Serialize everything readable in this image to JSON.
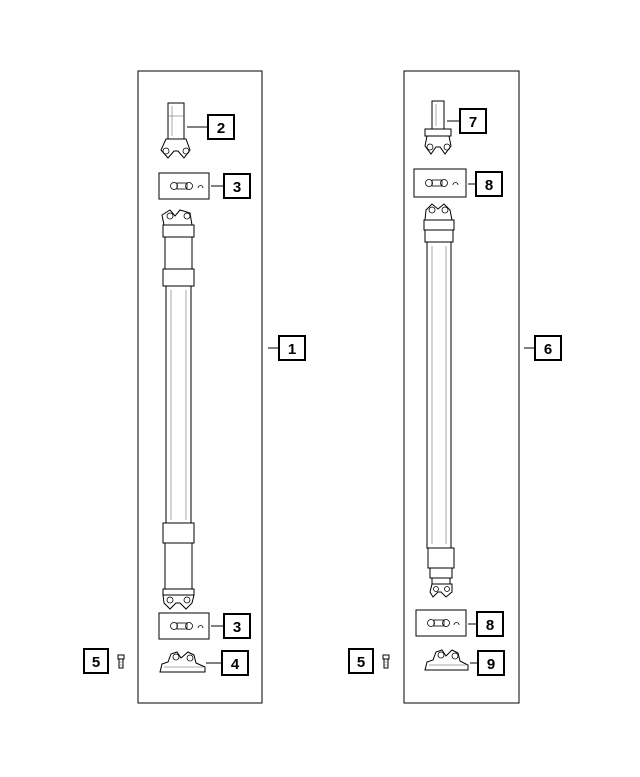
{
  "diagram": {
    "title": "",
    "callouts": {
      "c1": "1",
      "c2": "2",
      "c3a": "3",
      "c3b": "3",
      "c4": "4",
      "c5a": "5",
      "c5b": "5",
      "c6": "6",
      "c7": "7",
      "c8a": "8",
      "c8b": "8",
      "c9": "9"
    }
  }
}
